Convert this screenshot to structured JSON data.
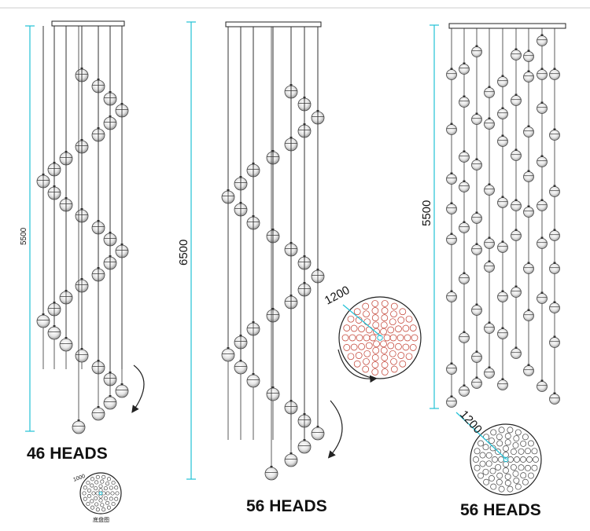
{
  "panels": [
    {
      "height_label": "5500",
      "heads_label": "46 HEADS",
      "diameter_label": "1000",
      "caption": "底盘图"
    },
    {
      "height_label": "6500",
      "heads_label": "56 HEADS",
      "diameter_label": "1200"
    },
    {
      "height_label": "5500",
      "heads_label": "56 HEADS",
      "diameter_label": "1200"
    }
  ],
  "colors": {
    "dimension": "#22c1d6",
    "wire": "#333333",
    "ring_red": "#c0392b",
    "drawing": "#222222"
  }
}
